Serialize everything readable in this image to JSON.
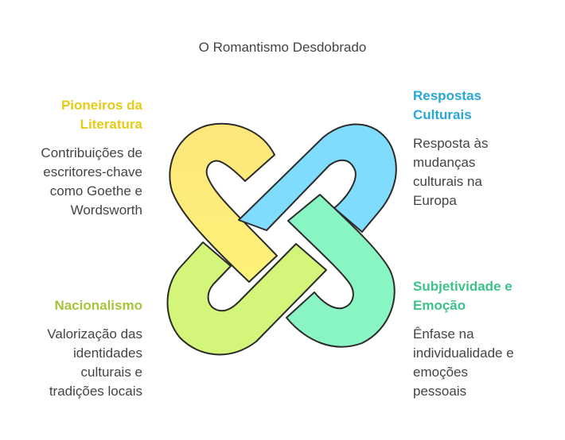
{
  "title": "O Romantismo Desdobrado",
  "sections": [
    {
      "key": "pioneiros",
      "heading": [
        "Pioneiros da",
        "Literatura"
      ],
      "description": [
        "Contribuições de",
        "escritores-chave",
        "como Goethe e",
        "Wordsworth"
      ],
      "color": "#e6cb19",
      "fill": "#fde87a"
    },
    {
      "key": "respostas",
      "heading": [
        "Respostas",
        "Culturais"
      ],
      "description": [
        "Resposta às",
        "mudanças",
        "culturais na",
        "Europa"
      ],
      "color": "#2aa6d6",
      "fill": "#7fdcfc"
    },
    {
      "key": "nacionalismo",
      "heading": [
        "Nacionalismo"
      ],
      "description": [
        "Valorização das",
        "identidades",
        "culturais e",
        "tradições locais"
      ],
      "color": "#a5c63b",
      "fill": "#d2f57a"
    },
    {
      "key": "subjetividade",
      "heading": [
        "Subjetividade e",
        "Emoção"
      ],
      "description": [
        "Ênfase na",
        "individualidade e",
        "emoções",
        "pessoais"
      ],
      "color": "#3dc38a",
      "fill": "#88f5c3"
    }
  ]
}
